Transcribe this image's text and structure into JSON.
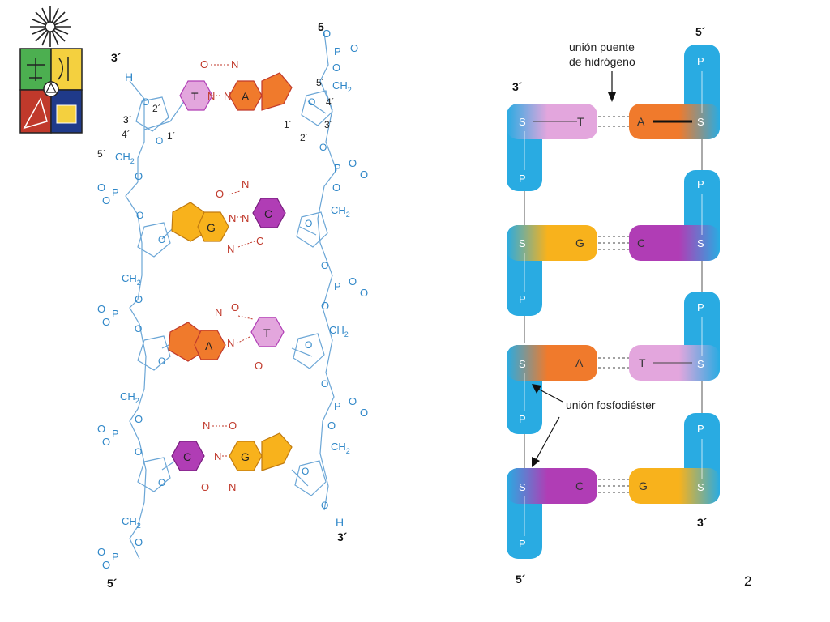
{
  "slide_number": "2",
  "colors": {
    "backbone_blue": "#29ABE2",
    "adenine_orange": "#F07A2C",
    "thymine_pink": "#E3A6DD",
    "guanine_yellow": "#F8B21C",
    "cytosine_purple": "#B03DB5",
    "chem_blue": "#2F87C8",
    "chem_red": "#C0392B",
    "logo_green": "#4CAF50",
    "logo_yellow": "#F4D03F",
    "logo_red": "#C0392B",
    "logo_navy": "#1F3A8A"
  },
  "left_structure": {
    "end_top_left": "3´",
    "end_top_right": "5",
    "end_bottom_left": "5´",
    "end_bottom_right": "3´",
    "hydroxyl_top": "H",
    "hydroxyl_bottom": "H",
    "carbon_labels_left": [
      "3´",
      "2´",
      "3´",
      "4´",
      "1´",
      "5´"
    ],
    "carbon_labels_right": [
      "5´",
      "4´",
      "1´",
      "3´",
      "2´"
    ],
    "sugar_o": "O",
    "phosphate_p": "P",
    "ch2": "CH",
    "ch2_sub": "2",
    "pairs": [
      {
        "left": "T",
        "right": "A",
        "atoms": [
          "O",
          "N",
          "N",
          "N"
        ]
      },
      {
        "left": "G",
        "right": "C",
        "atoms": [
          "O",
          "N",
          "N",
          "N",
          "C",
          "N"
        ]
      },
      {
        "left": "A",
        "right": "T",
        "atoms": [
          "N",
          "O",
          "N",
          "O"
        ]
      },
      {
        "left": "C",
        "right": "G",
        "atoms": [
          "N",
          "O",
          "N",
          "O",
          "N"
        ]
      }
    ]
  },
  "right_diagram": {
    "annotation_hbond_line1": "unión puente",
    "annotation_hbond_line2": "de hidrógeno",
    "annotation_phospho": "unión fosfodiéster",
    "end_top_left": "3´",
    "end_top_right": "5´",
    "end_bottom_left": "5´",
    "end_bottom_right": "3´",
    "sugar_label": "S",
    "phosphate_label": "P",
    "pairs": [
      {
        "left": "T",
        "right": "A"
      },
      {
        "left": "G",
        "right": "C"
      },
      {
        "left": "A",
        "right": "T"
      },
      {
        "left": "C",
        "right": "G"
      }
    ]
  }
}
